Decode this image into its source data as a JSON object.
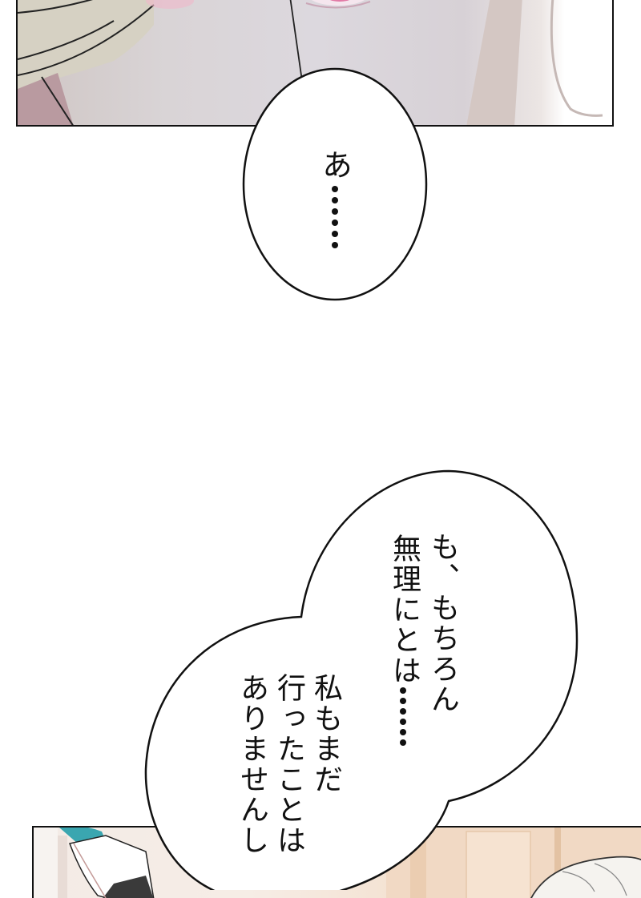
{
  "page": {
    "type": "manga-webtoon-strip",
    "background": "#ffffff"
  },
  "panels": [
    {
      "id": "top",
      "description": "close-up of a character's face with pink eye and blonde hair",
      "colors": {
        "skin": "#d9d4d8",
        "hair": "#d8d3c6",
        "eye": "#e27aa6",
        "border": "#111111"
      }
    },
    {
      "id": "bottom",
      "description": "partial view of a teal-haired character on the left and a white-haired character on the right in a warm interior",
      "colors": {
        "teal_hair": "#3aa6b0",
        "white_hair": "#f4f2ee",
        "interior": "#f2dcc7"
      }
    }
  ],
  "bubbles": [
    {
      "id": "bubble-1",
      "shape": "oval",
      "lines": [
        "あ"
      ],
      "ellipsis_dots": 6
    },
    {
      "id": "bubble-2",
      "shape": "double-lobe",
      "upper_lines": [
        "も、もちろん",
        "無理にとは"
      ],
      "upper_ellipsis_dots": 6,
      "lower_lines": [
        "私もまだ",
        "行ったことは",
        "ありませんし"
      ]
    }
  ]
}
